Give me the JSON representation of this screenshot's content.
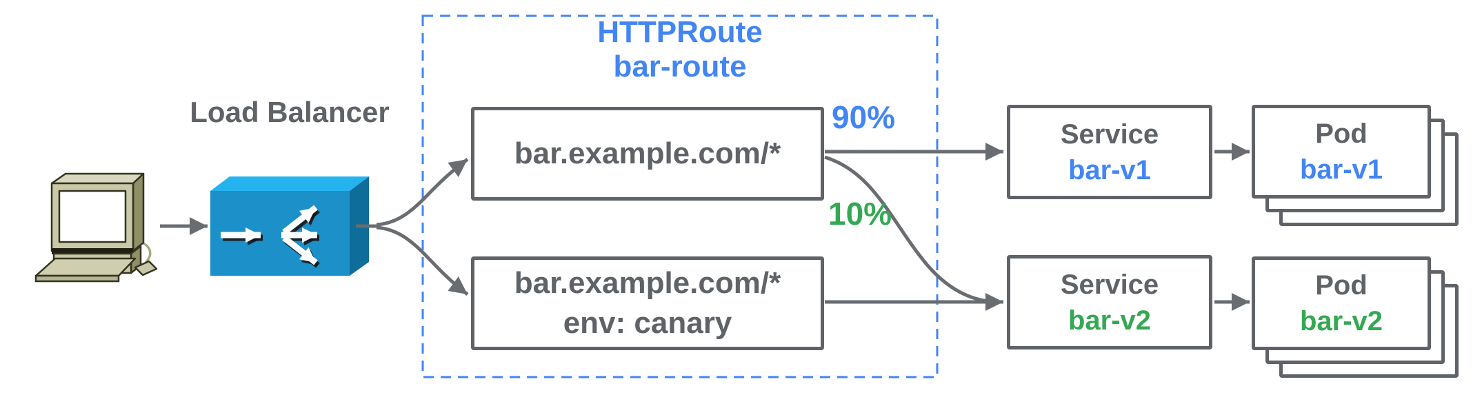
{
  "palette": {
    "accent_blue": "#4285f4",
    "accent_green": "#34a853",
    "text_gray": "#5f6368",
    "border_gray": "#5f6368",
    "arrow_gray": "#696c70",
    "dashed_border_blue": "#4285f4",
    "lb_top_face": "#25b3f0",
    "lb_front_face": "#1b90c9",
    "lb_side_face": "#0f6d99",
    "computer_body": "#c9c9aa",
    "computer_side": "#8f8f68",
    "computer_outline": "#33331f"
  },
  "icons": {
    "client": "desktop-computer-icon",
    "load_balancer": "load-balancer-icon"
  },
  "nodes": {
    "load_balancer": {
      "label": "Load Balancer"
    },
    "httproute": {
      "kind": "HTTPRoute",
      "name": "bar-route"
    },
    "rule_top": {
      "match": "bar.example.com/*"
    },
    "rule_canary": {
      "match": "bar.example.com/*",
      "header": "env: canary"
    },
    "service_v1": {
      "kind": "Service",
      "name": "bar-v1"
    },
    "service_v2": {
      "kind": "Service",
      "name": "bar-v2"
    },
    "pod_v1": {
      "kind": "Pod",
      "name": "bar-v1"
    },
    "pod_v2": {
      "kind": "Pod",
      "name": "bar-v2"
    }
  },
  "edges": {
    "weight_to_v1": "90%",
    "weight_to_v2": "10%"
  }
}
